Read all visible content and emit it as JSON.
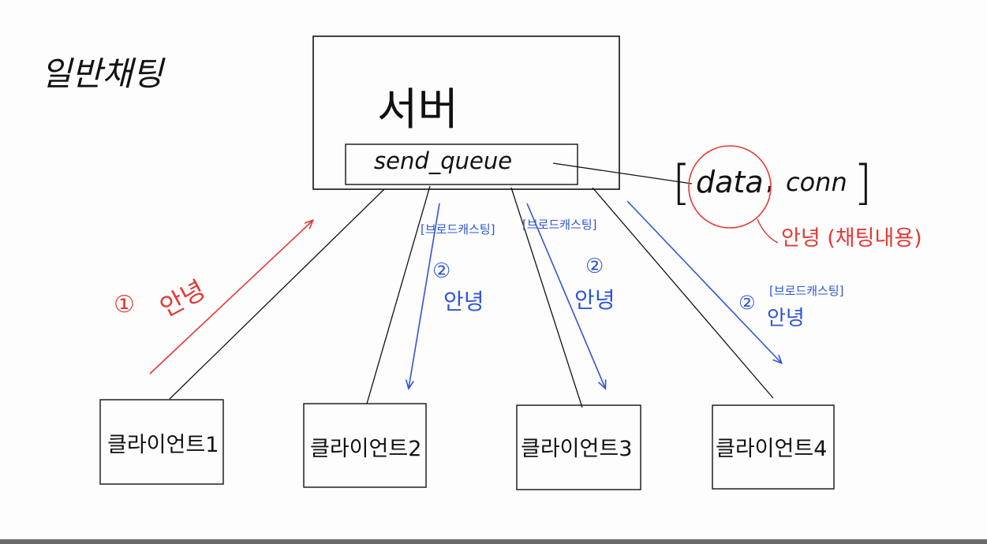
{
  "title": "일반채팅",
  "server": {
    "label": "서버",
    "queue_label": "send_queue"
  },
  "message": {
    "open_bracket": "[",
    "data_label": "data",
    "separator": ",",
    "conn_label": "conn",
    "close_bracket": "]",
    "note": "안녕 (채팅내용)"
  },
  "send": {
    "step": "①",
    "text": "안녕"
  },
  "broadcasts": [
    {
      "tag": "[브로드캐스팅]",
      "step": "②",
      "text": "안녕"
    },
    {
      "tag": "[브로드캐스팅]",
      "step": "②",
      "text": "안녕"
    },
    {
      "tag": "[브로드캐스팅]",
      "step": "②",
      "text": "안녕"
    }
  ],
  "clients": [
    {
      "label": "클라이언트1"
    },
    {
      "label": "클라이언트2"
    },
    {
      "label": "클라이언트3"
    },
    {
      "label": "클라이언트4"
    }
  ],
  "colors": {
    "ink": "#111111",
    "red": "#e53935",
    "blue": "#2f55d4",
    "frame": "#6b6b6b"
  }
}
